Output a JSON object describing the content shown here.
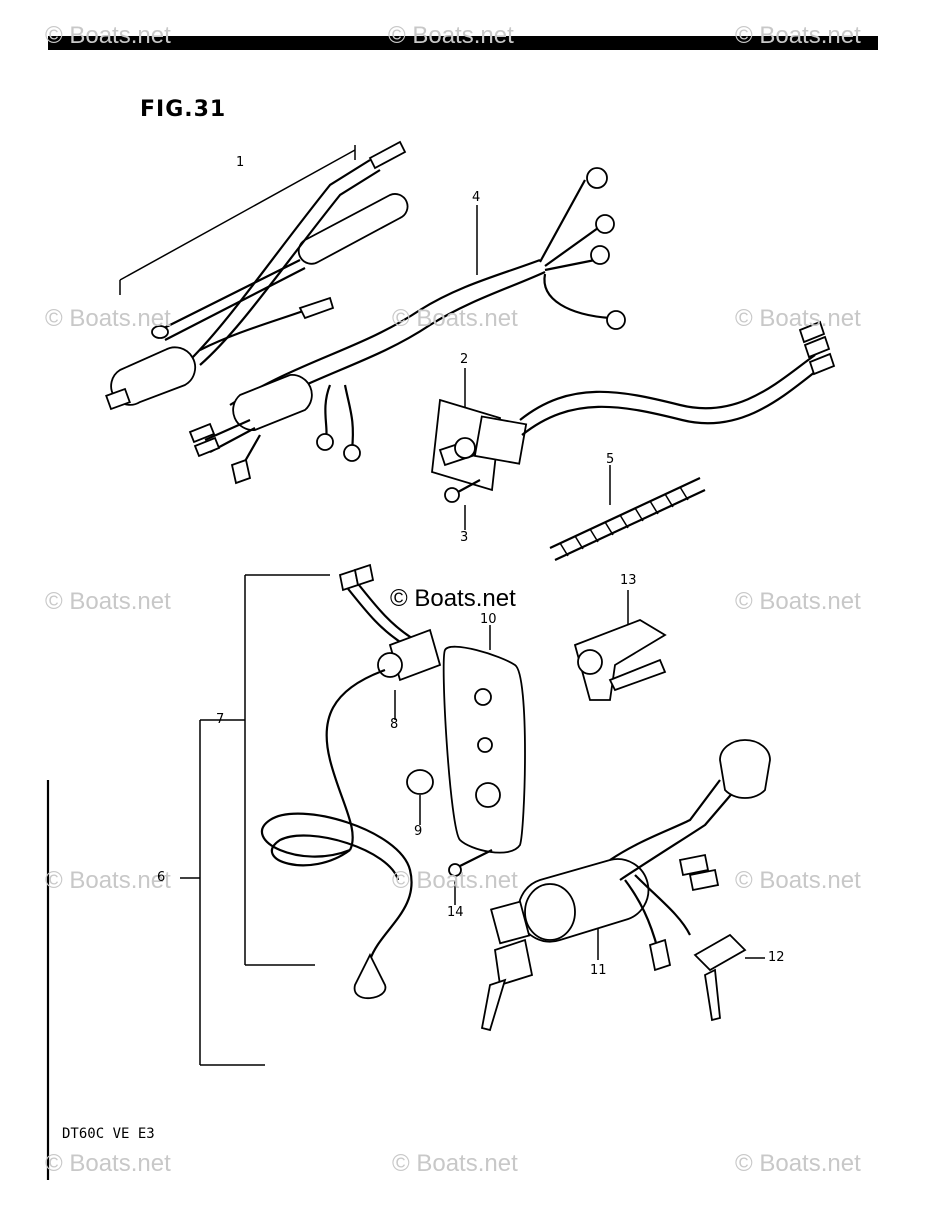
{
  "figure": {
    "title": "FIG.31",
    "model_code": "DT60C VE E3",
    "copyright": "© Boats.net"
  },
  "watermark": {
    "text": "© Boats.net",
    "color": "#c8c8c8"
  },
  "callouts": [
    "1",
    "2",
    "3",
    "4",
    "5",
    "6",
    "7",
    "8",
    "9",
    "10",
    "11",
    "12",
    "13",
    "14"
  ]
}
